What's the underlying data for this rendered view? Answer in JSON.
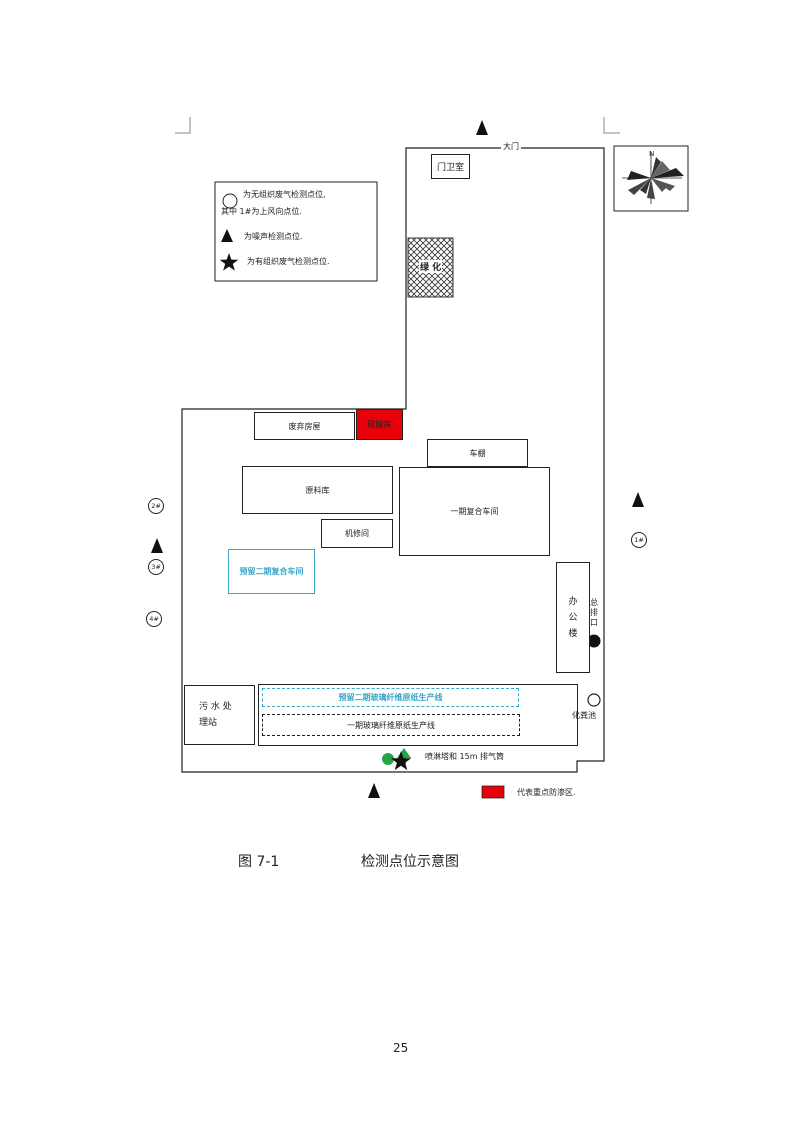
{
  "gate": "大门",
  "buildings": {
    "guard_room": "门卫室",
    "greenery": "绿 化",
    "waste_warehouse": "废弃房屋",
    "acid_room": "硫酸房",
    "car_shed": "车棚",
    "raw_material_store": "原料库",
    "workshop_phase1": "一期复合车间",
    "repair_room": "机修间",
    "reserved_workshop_phase2": "预留二期复合车间",
    "office_building": "办 公 楼",
    "outfall": "总排口",
    "septic_tank": "化粪池",
    "sewage_station": "污 水 处 理站",
    "reserved_line_phase2": "预留二期玻璃纤维原纸生产线",
    "line_phase1": "一期玻璃纤维原纸生产线",
    "scrubber": "喷淋塔和 15m 排气筒"
  },
  "legend": {
    "circle": "为无组织废气检测点位,",
    "circle_note": "其中 1#为上风向点位.",
    "triangle": "为噪声检测点位.",
    "star": "为有组织废气检测点位."
  },
  "key_area_label": "代表重点防渗区.",
  "points": [
    "1#",
    "2#",
    "3#",
    "4#"
  ],
  "compass_north": "N",
  "caption": {
    "figure_no": "图 7-1",
    "title": "检测点位示意图"
  },
  "page_number": "25",
  "colors": {
    "key_area": "#e8000b",
    "reserved": "#3aa6c8",
    "green_marker": "#22a447"
  }
}
